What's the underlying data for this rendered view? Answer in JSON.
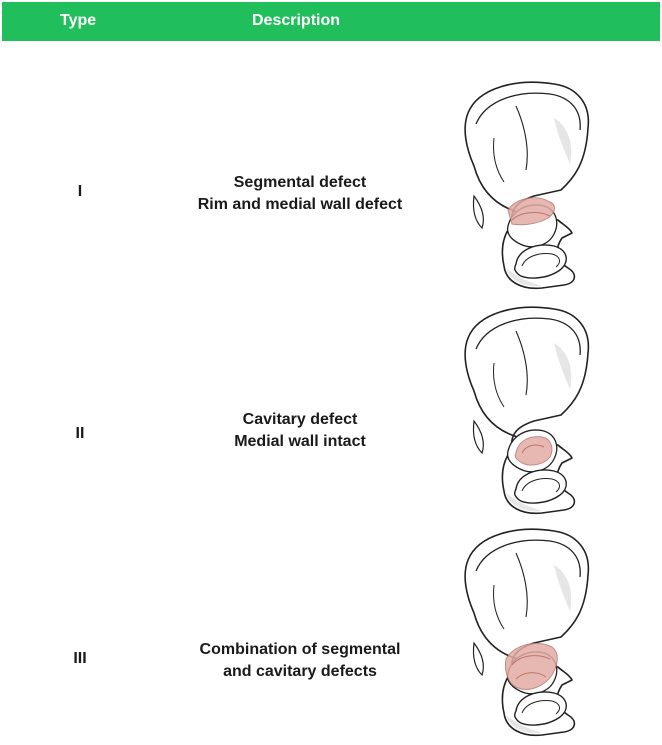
{
  "header": {
    "type_label": "Type",
    "description_label": "Description",
    "background_color": "#21bf5c"
  },
  "rows": [
    {
      "type": "I",
      "description_lines": [
        "Segmental defect",
        "Rim and medial wall defect"
      ],
      "illustration": "pelvis-segmental-defect-icon"
    },
    {
      "type": "II",
      "description_lines": [
        "Cavitary defect",
        "Medial wall intact"
      ],
      "illustration": "pelvis-cavitary-defect-icon"
    },
    {
      "type": "III",
      "description_lines": [
        "Combination of segmental",
        "and cavitary defects"
      ],
      "illustration": "pelvis-combined-defect-icon"
    }
  ],
  "colors": {
    "bone_outline": "#222222",
    "bone_shadow": "#e6e6e6",
    "defect_fill": "#e3aca4",
    "defect_stroke": "#b8776e"
  }
}
